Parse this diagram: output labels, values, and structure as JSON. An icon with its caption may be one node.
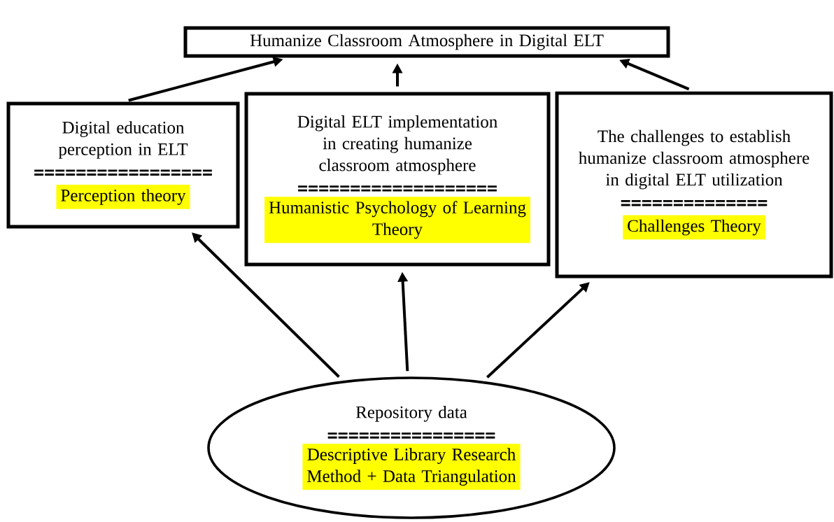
{
  "diagram": {
    "nodes": [
      {
        "text": [
          "Humanize Classroom Atmosphere in Digital ELT"
        ]
      },
      {
        "text": [
          "Digital education perception in ELT",
          "=================",
          "Perception theory"
        ]
      },
      {
        "text": [
          "Digital ELT implementation in creating humanize classroom atmosphere",
          "===================",
          "Humanistic Psychology of Learning Theory"
        ]
      },
      {
        "text": [
          "The challenges to establish humanize classroom atmosphere in digital ELT utilization",
          "==============",
          "Challenges Theory"
        ]
      },
      {
        "text": [
          "Repository data",
          "================",
          "Descriptive Library Research Method + Data Triangulation"
        ]
      }
    ],
    "edges": [
      {
        "from": 1,
        "to": 0,
        "arrow": "to"
      },
      {
        "from": 2,
        "to": 0,
        "arrow": "to"
      },
      {
        "from": 3,
        "to": 0,
        "arrow": "to"
      },
      {
        "from": 4,
        "to": 1,
        "arrow": "to"
      },
      {
        "from": 4,
        "to": 2,
        "arrow": "to"
      },
      {
        "from": 4,
        "to": 3,
        "arrow": "to"
      }
    ]
  }
}
